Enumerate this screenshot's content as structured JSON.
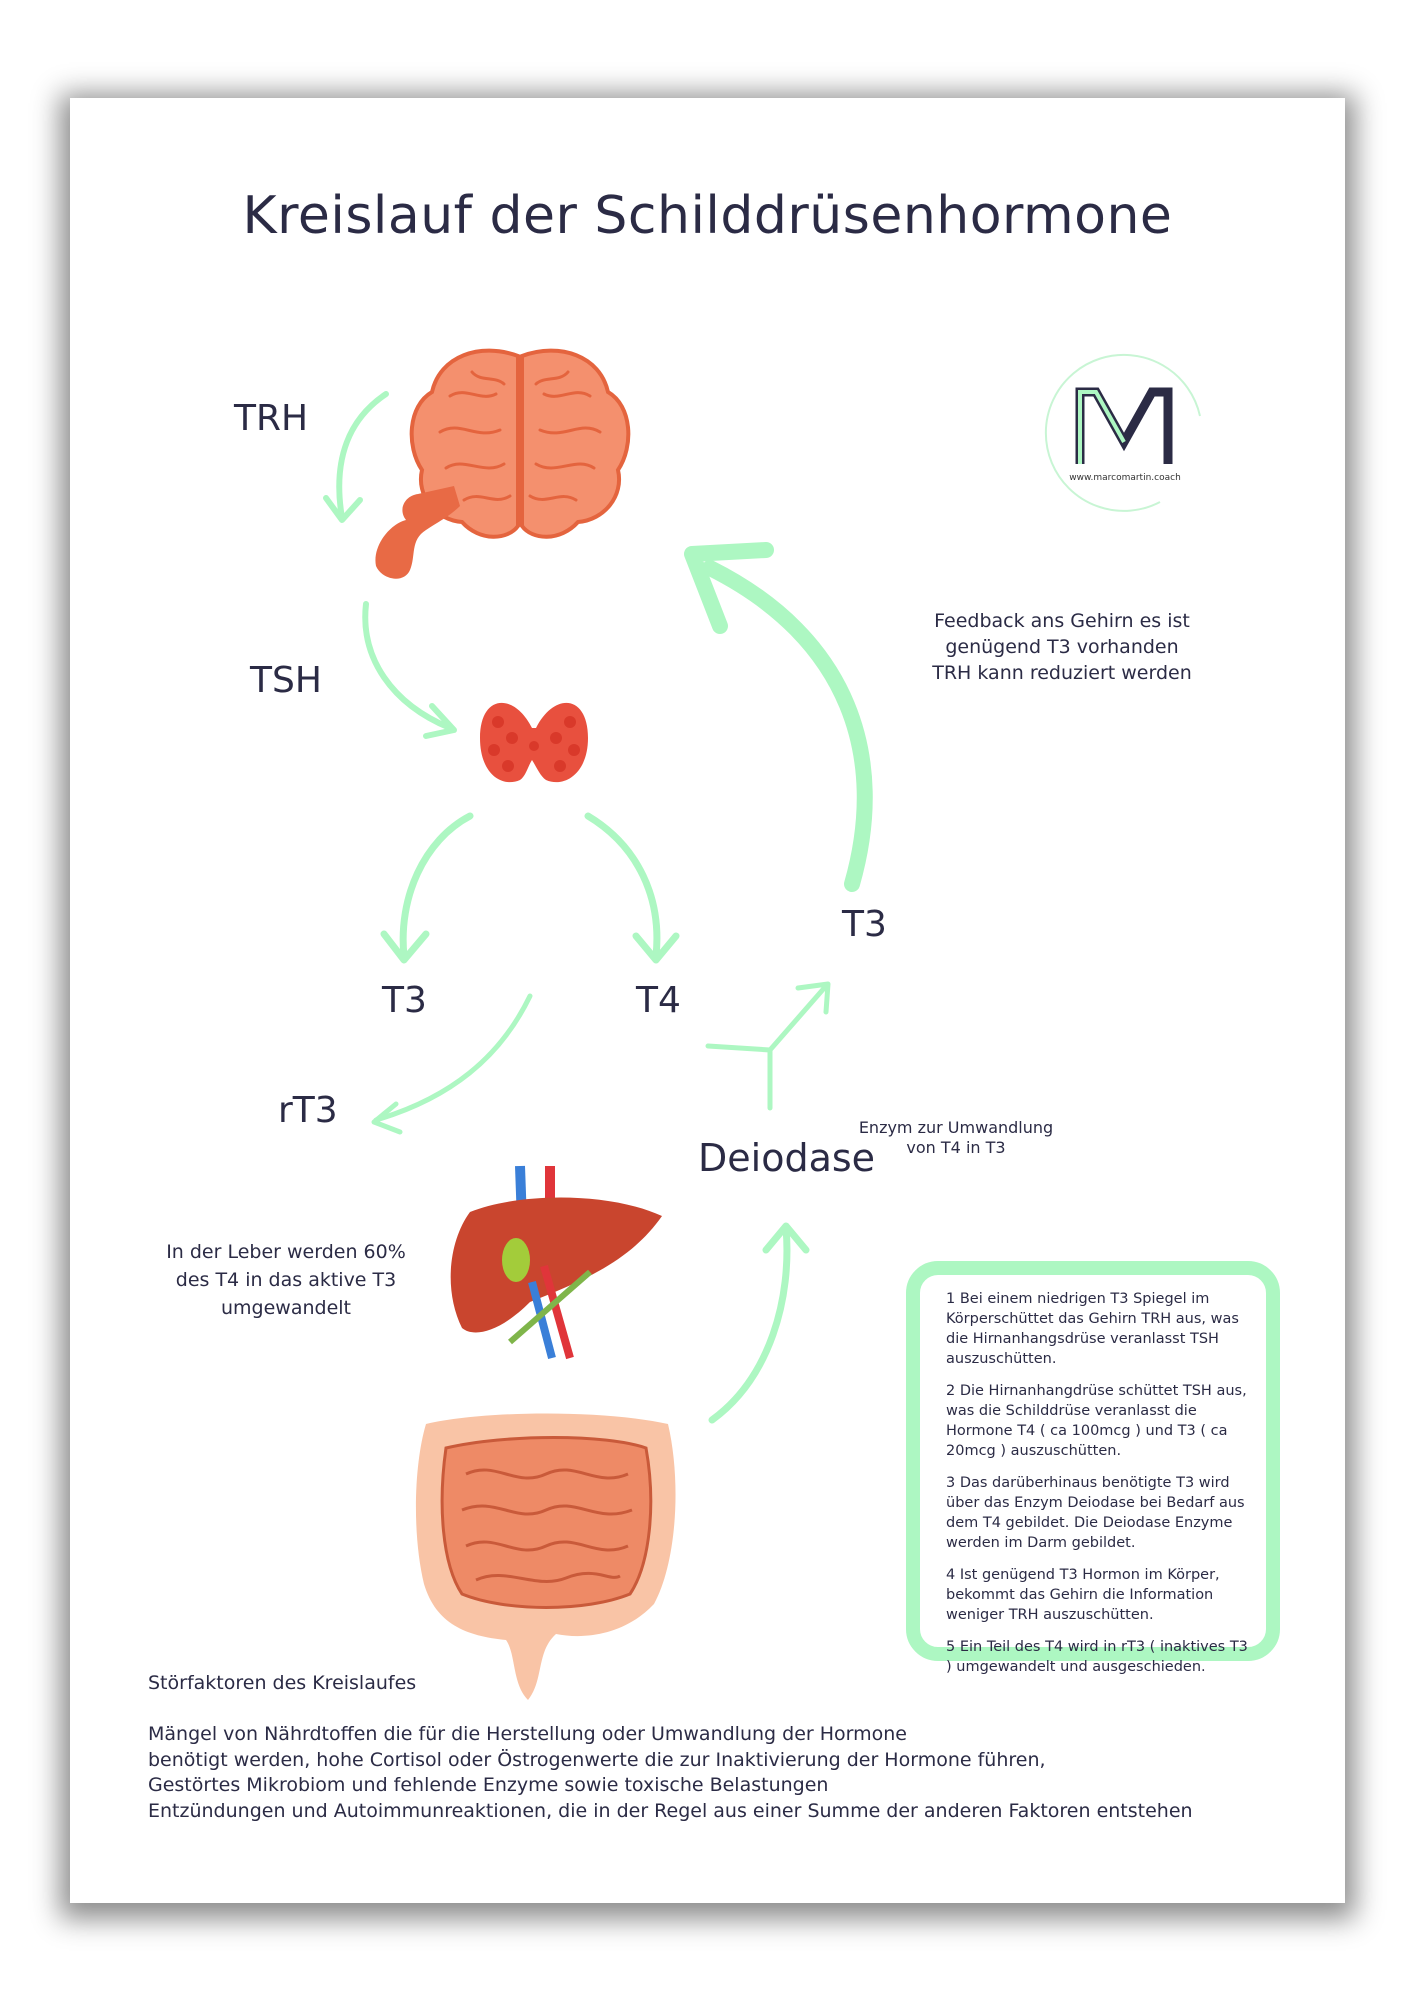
{
  "title": "Kreislauf der Schilddrüsenhormone",
  "labels": {
    "trh": "TRH",
    "tsh": "TSH",
    "t3_left": "T3",
    "t4": "T4",
    "rt3": "rT3",
    "t3_right": "T3",
    "deiodase": "Deiodase"
  },
  "feedback_note": [
    "Feedback ans Gehirn es ist",
    "genügend T3 vorhanden",
    "TRH kann reduziert werden"
  ],
  "enzyme_note": [
    "Enzym zur Umwandlung",
    "von T4 in T3"
  ],
  "liver_note": [
    "In der Leber werden 60%",
    "des T4 in das aktive T3",
    "umgewandelt"
  ],
  "logo": {
    "letter": "M",
    "url": "www.marcomartin.coach"
  },
  "info_box": [
    "1 Bei einem niedrigen T3 Spiegel im Körperschüttet das Gehirn TRH aus, was die Hirnanhangsdrüse veranlasst TSH auszuschütten.",
    "2 Die Hirnanhangdrüse schüttet TSH aus, was die Schilddrüse veranlasst die Hormone T4 ( ca 100mcg ) und T3 ( ca 20mcg ) auszuschütten.",
    "3 Das darüberhinaus benötigte T3 wird über das Enzym Deiodase bei Bedarf aus dem T4 gebildet. Die Deiodase Enzyme werden im Darm gebildet.",
    "4 Ist genügend T3 Hormon im Körper, bekommt das Gehirn die Information weniger TRH auszuschütten.",
    "5 Ein Teil des T4 wird in rT3 ( inaktives T3 ) umgewandelt und ausgeschieden."
  ],
  "stoerfaktoren": {
    "title": "Störfaktoren des Kreislaufes",
    "lines": [
      "Mängel von Nährdtoffen die für die Herstellung oder Umwandlung der Hormone",
      "benötigt werden,  hohe Cortisol oder Östrogenwerte die zur Inaktivierung der Hormone führen,",
      "Gestörtes Mikrobiom und fehlende Enzyme sowie toxische Belastungen",
      "Entzündungen und Autoimmunreaktionen, die in der Regel aus einer Summe der anderen Faktoren entstehen"
    ]
  },
  "colors": {
    "arrow": "#adf7c2",
    "brain": "#f4906e",
    "thyroid": "#e8503e",
    "liver": "#c9452e",
    "intestine": "#ee8a66",
    "text": "#2b2b45"
  }
}
